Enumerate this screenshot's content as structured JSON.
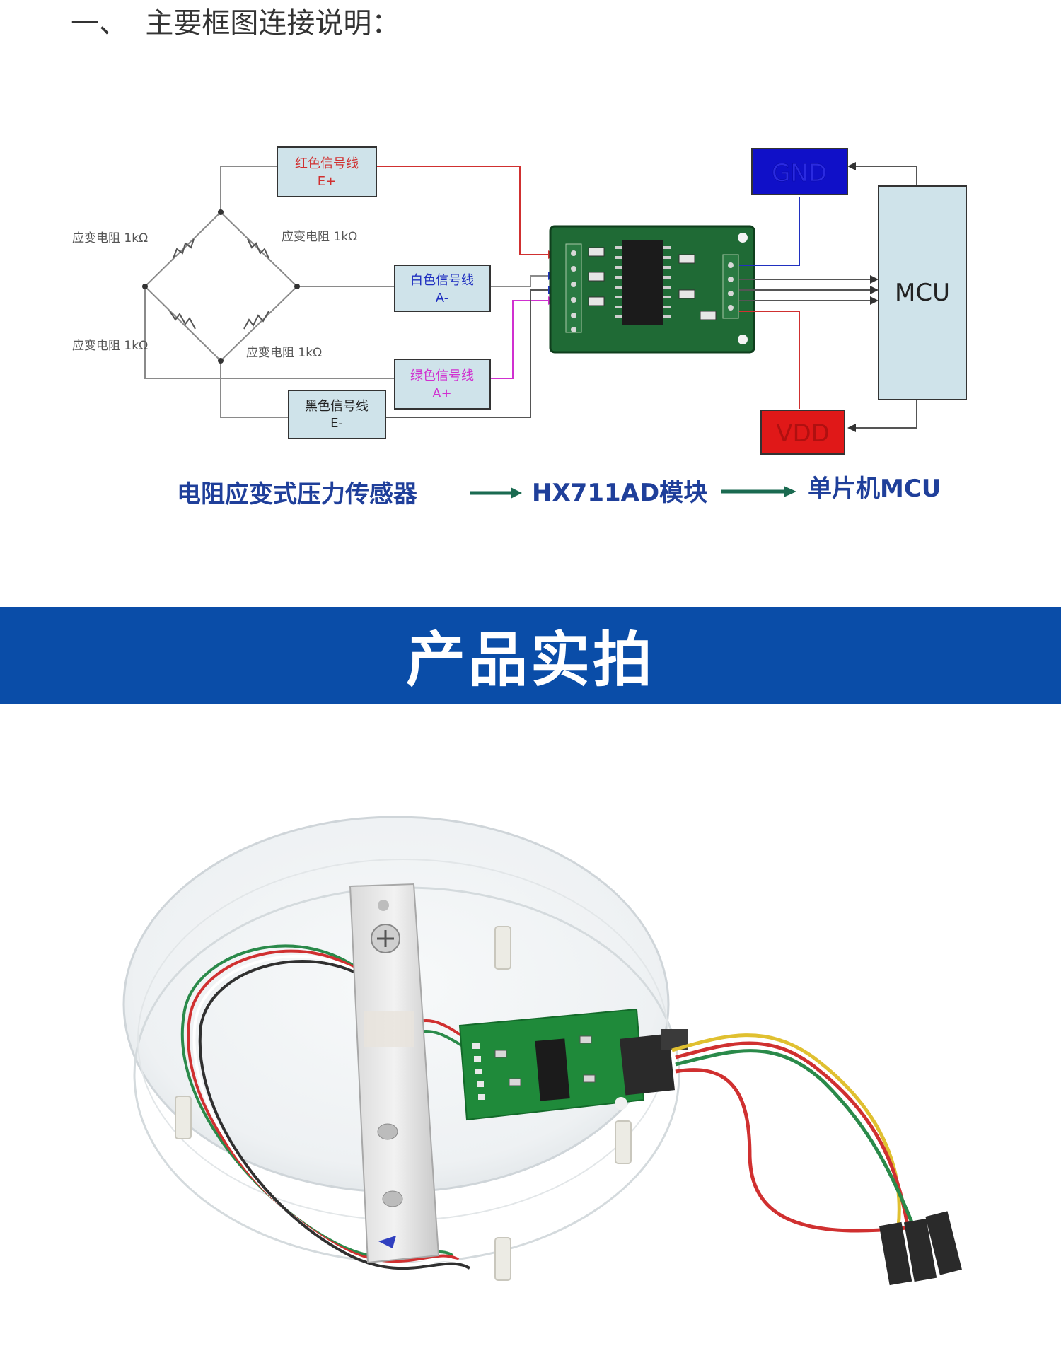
{
  "section_heading": "一、  主要框图连接说明：",
  "diagram": {
    "bridge_resistors": {
      "top_left": "应变电阻 1kΩ",
      "top_right": "应变电阻 1kΩ",
      "bottom_left": "应变电阻 1kΩ",
      "bottom_right": "应变电阻 1kΩ"
    },
    "signal_boxes": {
      "red": {
        "title": "红色信号线",
        "pin": "E+"
      },
      "white": {
        "title": "白色信号线",
        "pin": "A-"
      },
      "green": {
        "title": "绿色信号线",
        "pin": "A+"
      },
      "black": {
        "title": "黑色信号线",
        "pin": "E-"
      }
    },
    "gnd_label": "GND",
    "vdd_label": "VDD",
    "mcu_label": "MCU",
    "flow": {
      "step1": "电阻应变式压力传感器",
      "step2": "HX711AD模块",
      "step3": "单片机MCU"
    },
    "colors": {
      "box_fill": "#cfe3ea",
      "gnd_fill": "#1010c8",
      "vdd_fill": "#e01818",
      "flow_text": "#1f3f9a",
      "arrow": "#1a6a50",
      "red_wire": "#d03030",
      "blue_wire": "#2030c0",
      "magenta_wire": "#d030d0",
      "pcb_green": "#1f6a35"
    }
  },
  "banner_title": "产品实拍",
  "banner_color": "#0a4da8"
}
